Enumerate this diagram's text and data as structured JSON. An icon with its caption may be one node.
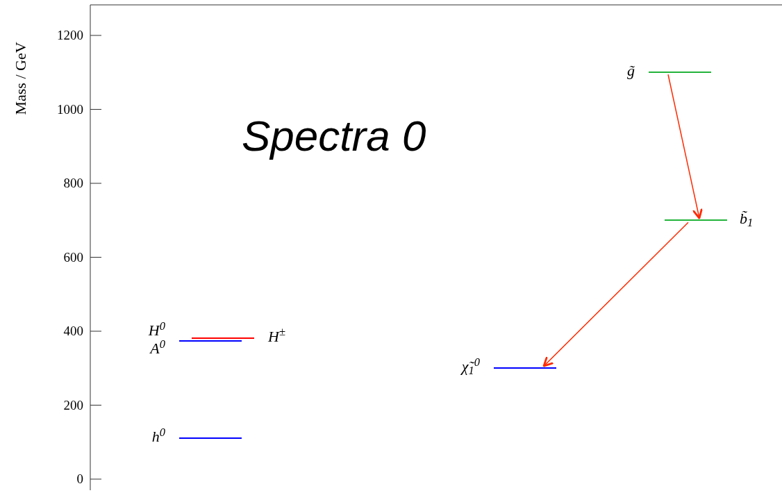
{
  "diagram": {
    "title": "Spectra 0",
    "nodes": [
      {
        "text": [],
        "shape": "bar",
        "beside": [
          "g̃"
        ]
      },
      {
        "text": [],
        "shape": "bar",
        "beside": [
          "b̃$_{1}$"
        ]
      },
      {
        "text": [],
        "shape": "bar",
        "beside": [
          "H$^{±}$"
        ]
      },
      {
        "text": [],
        "shape": "bar",
        "beside": [
          "H$^{0}$",
          "A$^{0}$"
        ]
      },
      {
        "text": [],
        "shape": "bar",
        "beside": [
          "χ̃$_{1}$$^{0}$"
        ]
      },
      {
        "text": [],
        "shape": "bar",
        "beside": [
          "h$^{0}$"
        ]
      }
    ],
    "edges": [
      {
        "from": 0,
        "to": 1,
        "arrow": "to"
      },
      {
        "from": 1,
        "to": 4,
        "arrow": "to"
      }
    ],
    "labels": [
      "Mass / GeV",
      "1200",
      "1000",
      "800",
      "600",
      "400",
      "200",
      "0"
    ]
  }
}
